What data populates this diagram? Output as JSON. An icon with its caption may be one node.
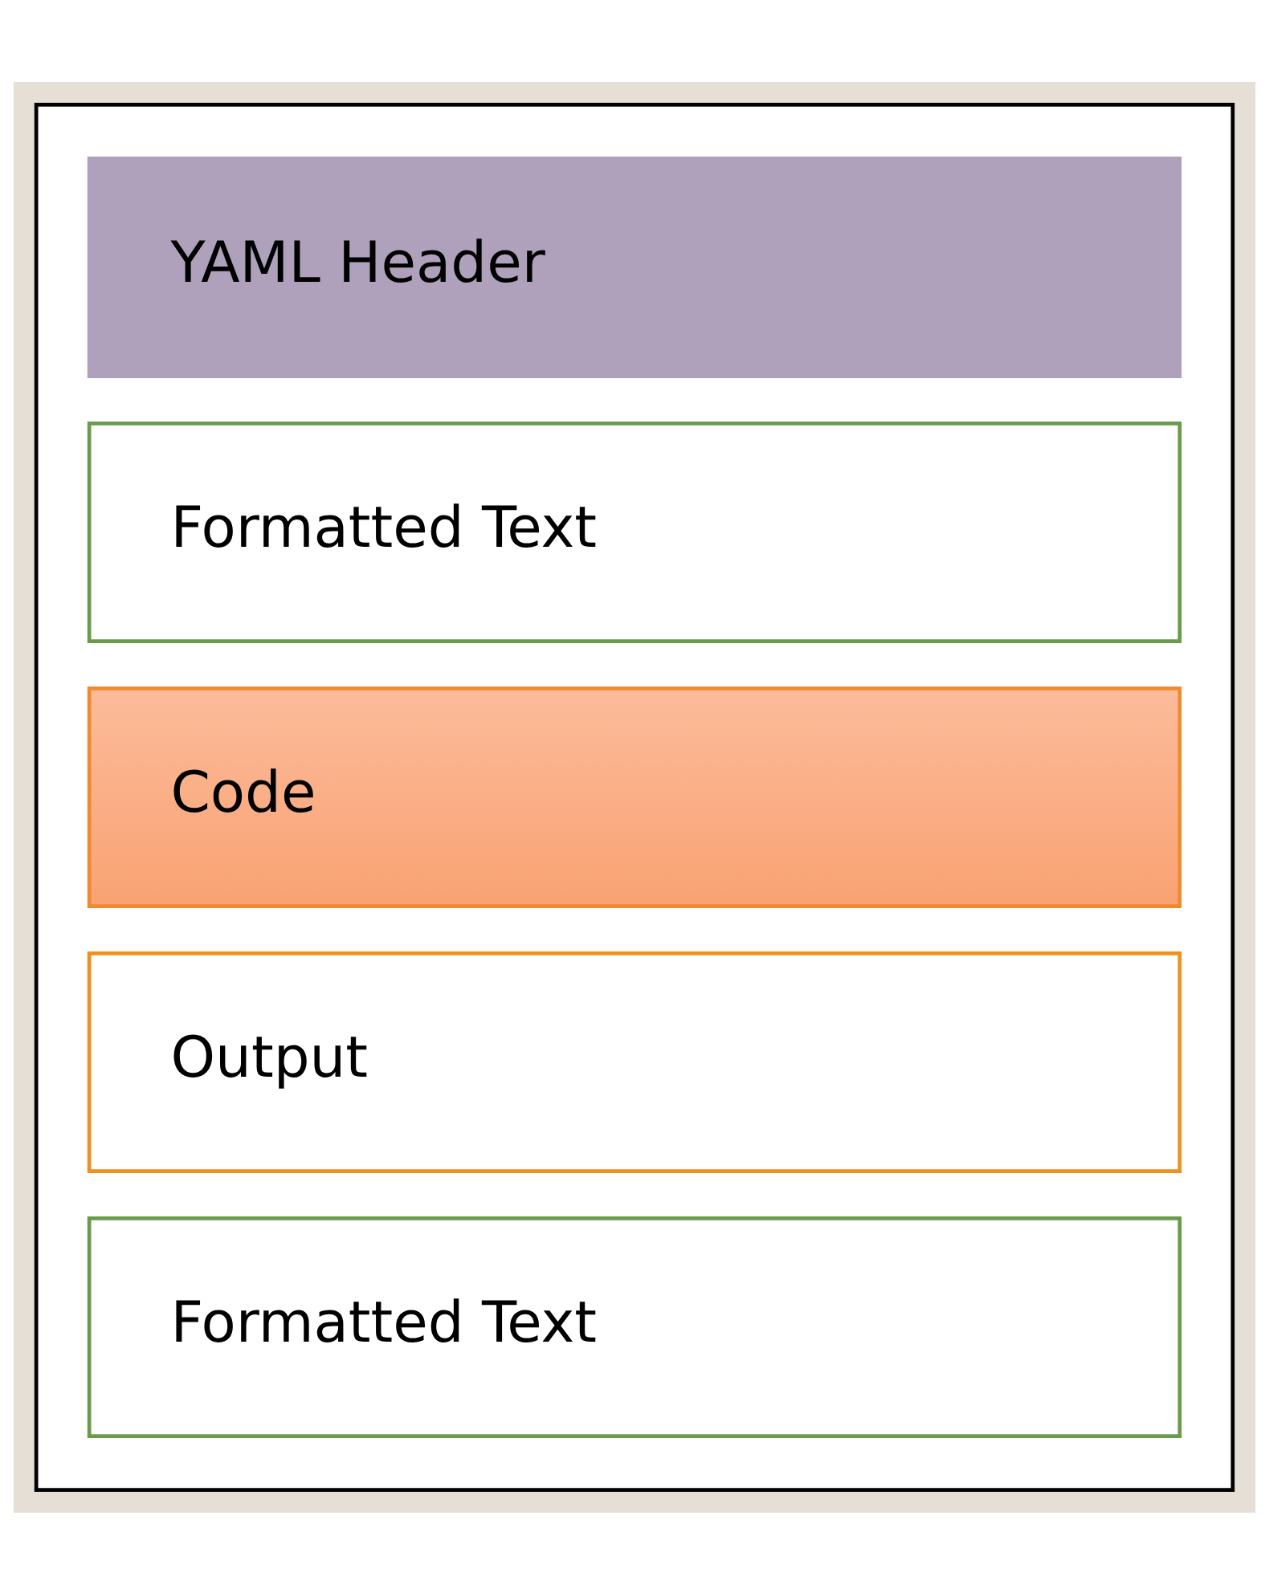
{
  "diagram": {
    "nodes": [
      {
        "text": [],
        "shape": "box"
      },
      {
        "text": [
          "YAML Header"
        ],
        "in": 0
      },
      {
        "text": [
          "Formatted Text"
        ],
        "in": 0
      },
      {
        "text": [
          "Code"
        ],
        "in": 0
      },
      {
        "text": [
          "Output"
        ],
        "in": 0
      },
      {
        "text": [
          "Formatted Text"
        ],
        "in": 0
      }
    ]
  }
}
